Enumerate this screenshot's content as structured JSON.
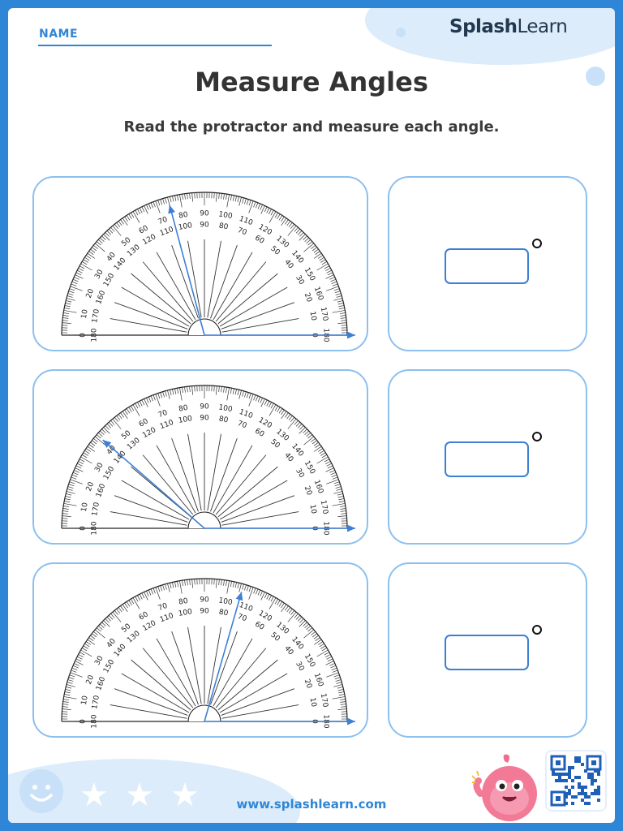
{
  "header": {
    "name_label": "NAME",
    "logo_bold": "Splash",
    "logo_light": "Learn"
  },
  "title": "Measure Angles",
  "instructions": "Read the protractor and measure each angle.",
  "protractor": {
    "outer_scale": [
      "0",
      "10",
      "20",
      "30",
      "40",
      "50",
      "60",
      "70",
      "80",
      "90",
      "100",
      "110",
      "120",
      "130",
      "140",
      "150",
      "160",
      "170",
      "180"
    ],
    "inner_scale": [
      "180",
      "170",
      "160",
      "150",
      "140",
      "130",
      "120",
      "110",
      "100",
      "90",
      "80",
      "70",
      "60",
      "50",
      "40",
      "30",
      "20",
      "10",
      "0"
    ]
  },
  "problems": [
    {
      "arm1_degrees": 0,
      "arm2_degrees": 105
    },
    {
      "arm1_degrees": 0,
      "arm2_degrees": 139
    },
    {
      "arm1_degrees": 0,
      "arm2_degrees": 74
    }
  ],
  "answer": {
    "degree_symbol": "°"
  },
  "colors": {
    "arrow": "#3d7fd4",
    "card_border": "#8cc0ef",
    "frame": "#2f86d6"
  },
  "footer": {
    "url": "www.splashlearn.com"
  },
  "icons": [
    "smiley-icon",
    "star-icon",
    "mascot-icon",
    "qr-code-icon"
  ]
}
